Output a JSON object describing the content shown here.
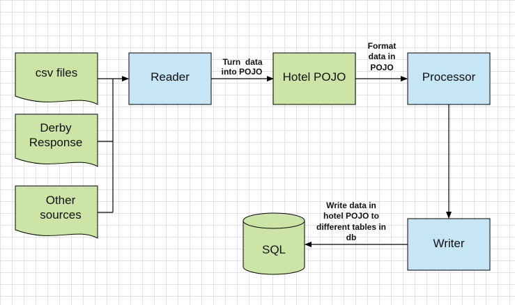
{
  "colors": {
    "green_fill": "#cce5a7",
    "blue_fill": "#c6e5f5",
    "stroke": "#000000"
  },
  "nodes": {
    "csv_files": {
      "label": "csv files"
    },
    "derby_response": {
      "line1": "Derby",
      "line2": "Response"
    },
    "other_sources": {
      "line1": "Other",
      "line2": "sources"
    },
    "reader": {
      "label": "Reader"
    },
    "hotel_pojo": {
      "label": "Hotel POJO"
    },
    "processor": {
      "label": "Processor"
    },
    "writer": {
      "label": "Writer"
    },
    "sql": {
      "label": "SQL"
    }
  },
  "edges": {
    "reader_to_pojo": {
      "line1": "Turn  data",
      "line2": "into POJO"
    },
    "pojo_to_processor": {
      "line1": "Format",
      "line2": "data in",
      "line3": "POJO"
    },
    "writer_to_sql": {
      "line1": "Write data in",
      "line2": "hotel POJO to",
      "line3": "different tables in",
      "line4": "db"
    }
  }
}
